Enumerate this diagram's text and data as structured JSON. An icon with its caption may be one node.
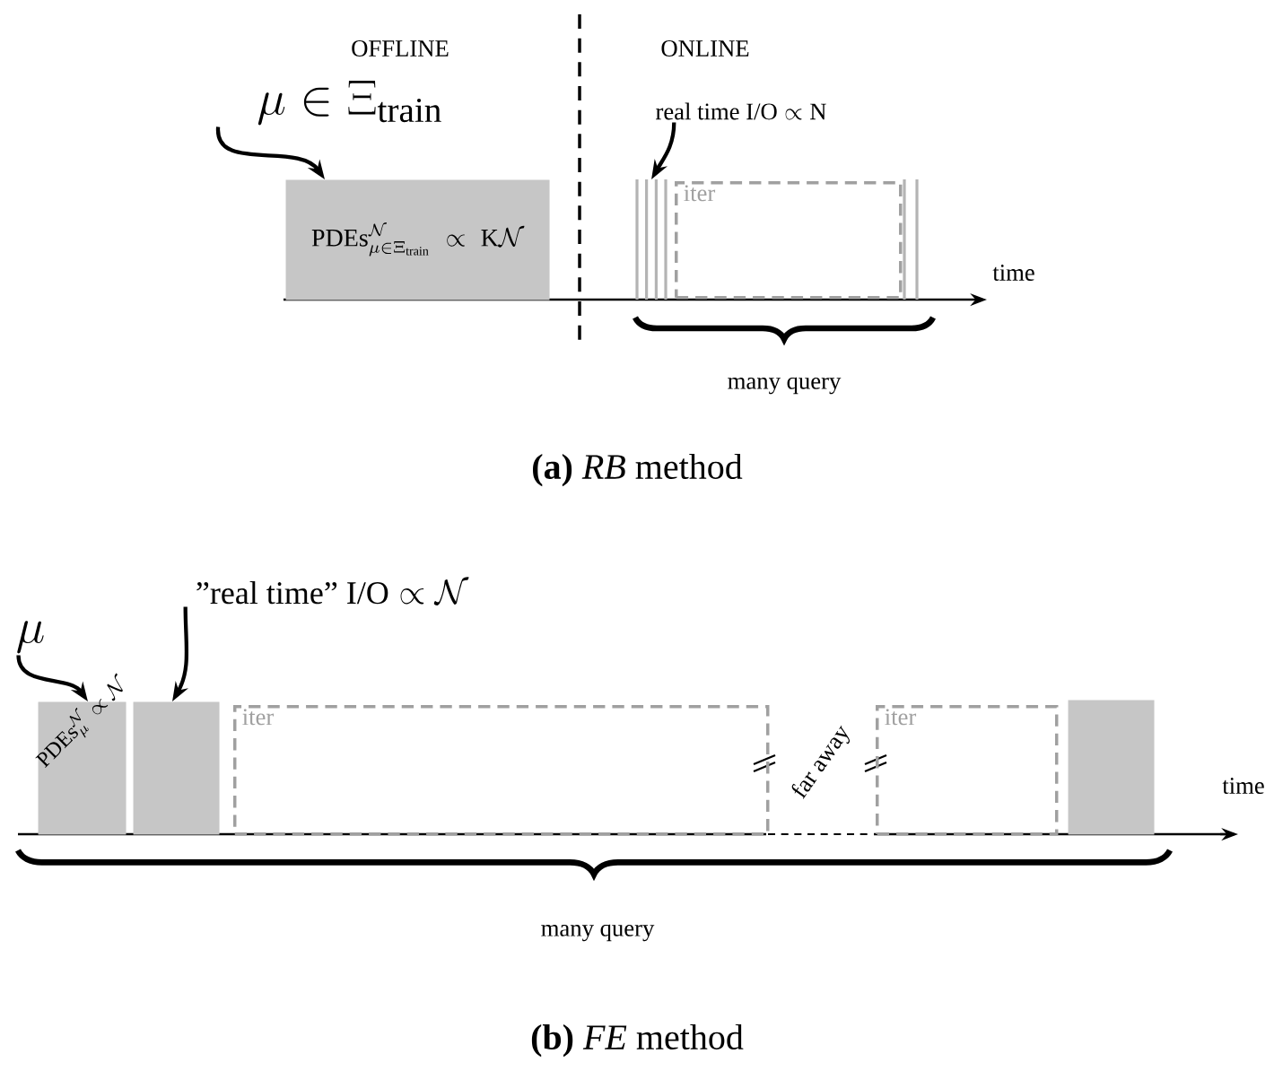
{
  "diagram": {
    "nodes": [
      {
        "text": [
          "\\mu \\in \\Xi_{\\mathrm{train}}"
        ]
      },
      {
        "text": [
          "\\mathrm{PDEs}^{\\mathcal{N}}_{\\mu\\in\\Xi_{\\mathrm{train}}} \\;\\propto\\; \\mathrm{K}\\mathcal{N}"
        ]
      },
      {
        "text": [
          "\\text{real time I/O} \\propto \\mathrm{N}"
        ]
      },
      {
        "text": [],
        "shape": "bar"
      },
      {
        "text": [
          "iter"
        ]
      },
      {
        "text": [],
        "shape": "bar"
      },
      {
        "text": [
          "\\mu"
        ]
      },
      {
        "text": [
          "\\mathrm{PDEs}^{\\mathcal{N}}_{\\mu} \\propto \\mathcal{N}"
        ]
      },
      {
        "text": [
          "\\text{\"real time\" I/O} \\propto \\mathcal{N}"
        ]
      },
      {
        "text": [],
        "shape": "box"
      },
      {
        "text": [
          "iter"
        ]
      },
      {
        "text": [
          "iter"
        ]
      },
      {
        "text": [],
        "shape": "box"
      }
    ],
    "edges": [
      {
        "from": 0,
        "to": 1,
        "arrow": "to"
      },
      {
        "from": 2,
        "to": 3,
        "arrow": "to"
      },
      {
        "from": 6,
        "to": 7,
        "arrow": "to"
      },
      {
        "from": 8,
        "to": 9,
        "arrow": "to"
      }
    ],
    "labels": [
      "OFFLINE",
      "ONLINE",
      "time",
      "many query",
      "**(a)** *RB* method",
      "time",
      "far away",
      "many query",
      "**(b)** *FE* method"
    ]
  }
}
